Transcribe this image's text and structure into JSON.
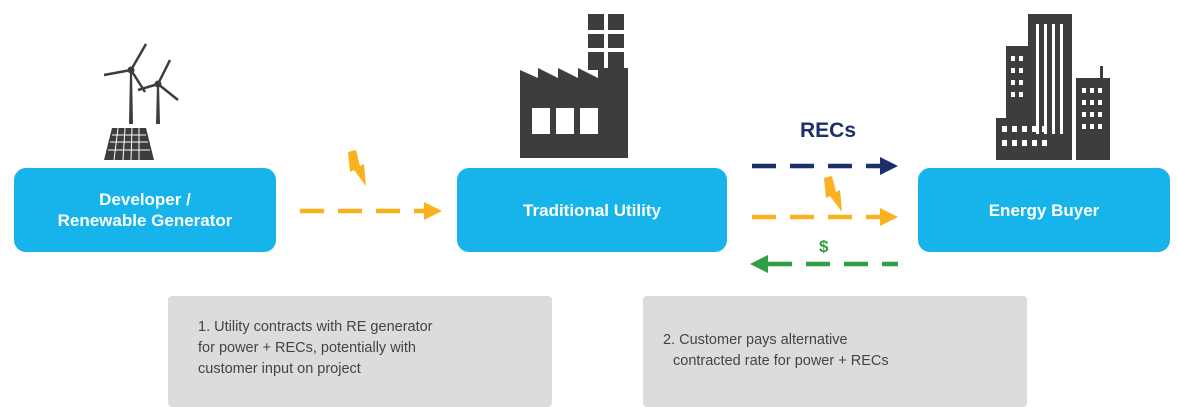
{
  "boxes": {
    "developer": {
      "line1": "Developer /",
      "line2": "Renewable Generator"
    },
    "utility": {
      "label": "Traditional Utility"
    },
    "buyer": {
      "label": "Energy Buyer"
    }
  },
  "flows": {
    "recs_label": "RECs",
    "payment_label": "$"
  },
  "notes": {
    "note1": {
      "line1": "1. Utility contracts with RE generator",
      "line2": "for power + RECs, potentially with",
      "line3": "customer input on project"
    },
    "note2": {
      "line1": "2. Customer pays alternative",
      "line2": "contracted rate for power + RECs"
    }
  },
  "colors": {
    "box_fill": "#16b4ea",
    "power_arrow": "#f9b21d",
    "recs_arrow": "#1d2f6b",
    "payment_arrow": "#2f9e44",
    "icon_gray": "#3d3d3d",
    "note_fill": "#dcdcdc"
  },
  "icons": [
    "wind-turbine-icon",
    "factory-icon",
    "city-buildings-icon",
    "lightning-bolt-icon"
  ]
}
